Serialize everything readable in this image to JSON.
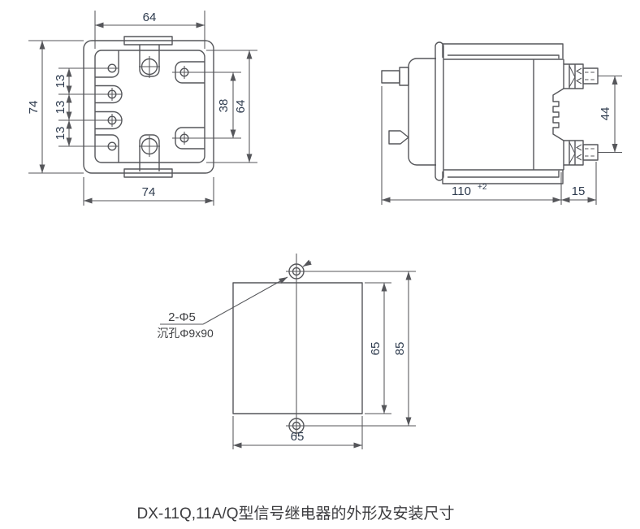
{
  "page": {
    "background": "#ffffff",
    "caption": "DX-11Q,11A/Q型信号继电器的外形及安装尺寸"
  },
  "colors": {
    "line": "#55565a",
    "dimension_text": "#2e3b4e",
    "note_text": "#3f4043"
  },
  "front_view": {
    "dim_top_inner_width": "64",
    "dim_left_overall_height": "74",
    "dim_bottom_overall_width": "74",
    "dim_terminal_pitch_1": "13",
    "dim_terminal_pitch_2": "13",
    "dim_terminal_pitch_3": "13",
    "dim_right_terminal_span": "38",
    "dim_right_inner_height": "64"
  },
  "side_view": {
    "dim_body_depth": "110",
    "dim_body_depth_tolerance": "+2",
    "dim_terminal_length": "15",
    "dim_terminal_span": "44"
  },
  "panel_view": {
    "hole_note_line1": "2-Φ5",
    "hole_note_line2": "沉孔Φ9x90",
    "dim_cutout_height": "65",
    "dim_hole_pitch": "85",
    "dim_cutout_width": "65"
  }
}
